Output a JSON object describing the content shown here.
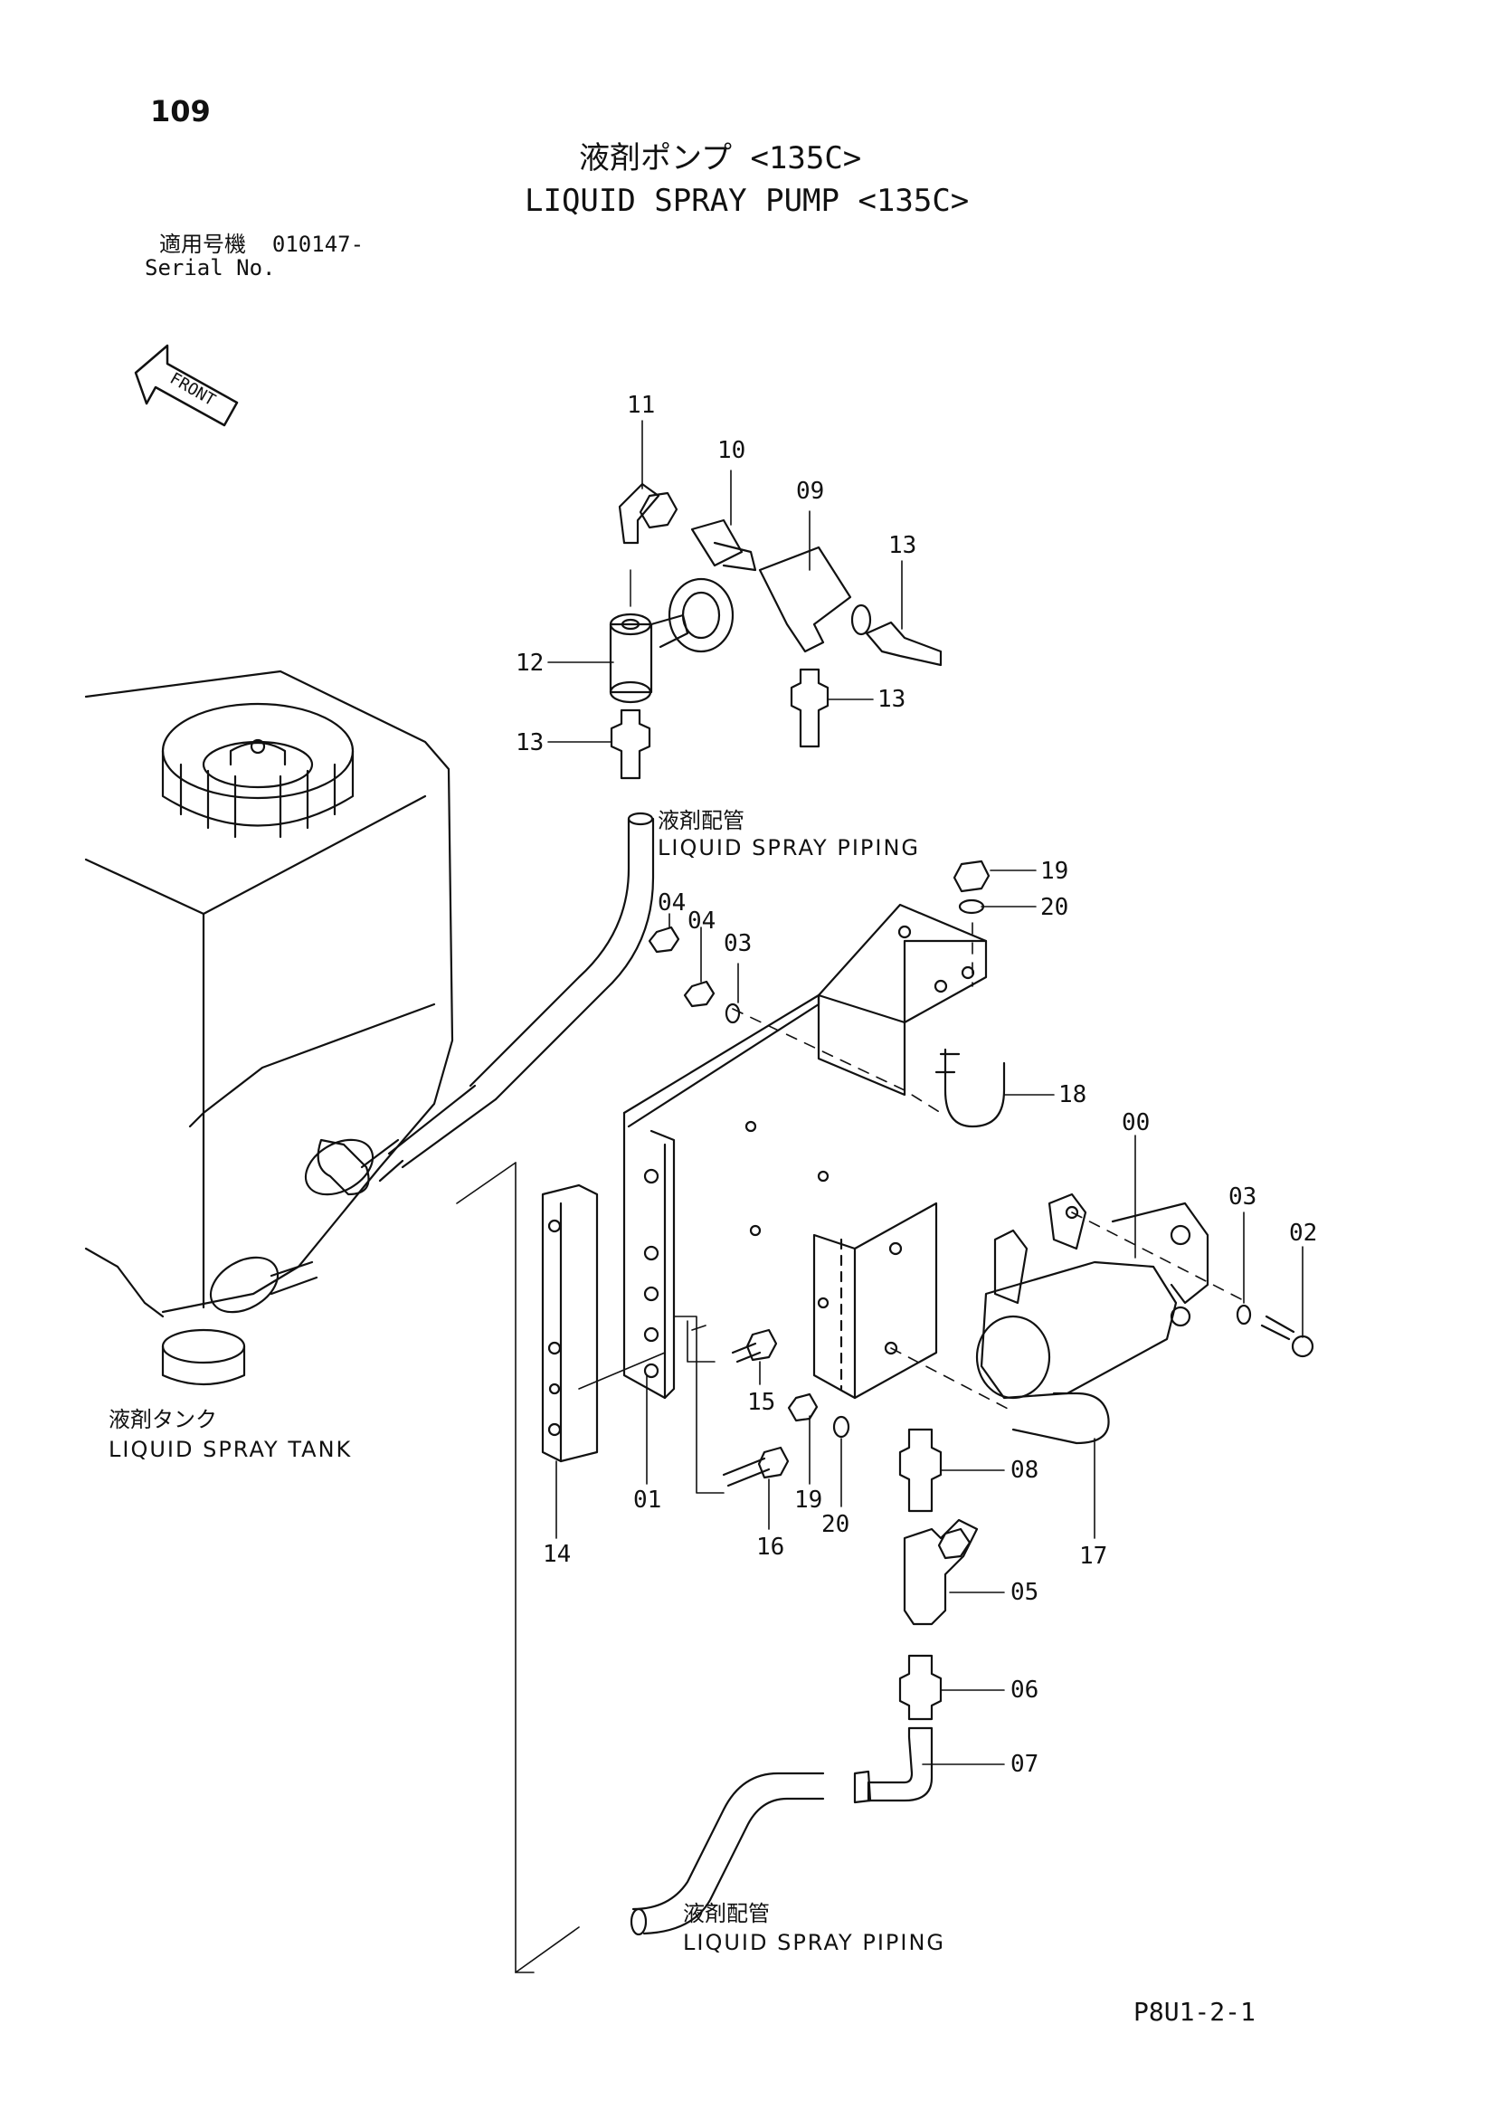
{
  "page": {
    "number": "109",
    "title_jp": "液剤ポンプ <135C>",
    "title_en": "LIQUID SPRAY PUMP <135C>",
    "serial_label_jp": "適用号機",
    "serial_value": "010147-",
    "serial_label_en": "Serial No.",
    "code": "P8U1-2-1"
  },
  "front_arrow": {
    "label": "FRONT"
  },
  "labels": {
    "piping_top_jp": "液剤配管",
    "piping_top_en": "LIQUID SPRAY PIPING",
    "tank_jp": "液剤タンク",
    "tank_en": "LIQUID SPRAY TANK",
    "piping_bottom_jp": "液剤配管",
    "piping_bottom_en": "LIQUID SPRAY PIPING"
  },
  "callouts": {
    "c11": "11",
    "c10": "10",
    "c09": "09",
    "c13a": "13",
    "c13b": "13",
    "c13c": "13",
    "c12": "12",
    "c19a": "19",
    "c20a": "20",
    "c04a": "04",
    "c04b": "04",
    "c03a": "03",
    "c18": "18",
    "c00": "00",
    "c03b": "03",
    "c02": "02",
    "c15": "15",
    "c01": "01",
    "c19b": "19",
    "c20b": "20",
    "c16": "16",
    "c14": "14",
    "c08": "08",
    "c17": "17",
    "c05": "05",
    "c06": "06",
    "c07": "07"
  }
}
